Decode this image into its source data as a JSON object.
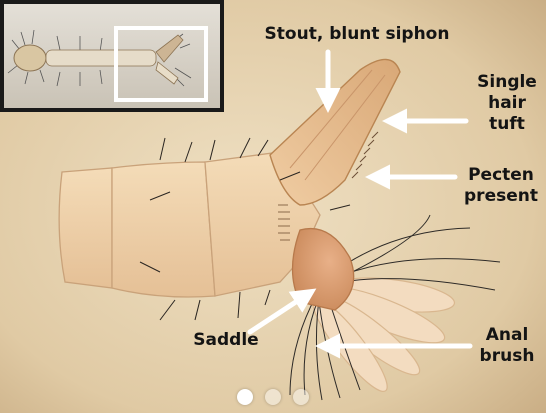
{
  "labels": {
    "siphon": "Stout, blunt siphon",
    "hair_tuft_line1": "Single",
    "hair_tuft_line2": "hair",
    "hair_tuft_line3": "tuft",
    "pecten_line1": "Pecten",
    "pecten_line2": "present",
    "saddle": "Saddle",
    "anal_brush_line1": "Anal",
    "anal_brush_line2": "brush"
  },
  "carousel": {
    "slide_count": 3,
    "active_index": 0
  },
  "colors": {
    "background": "#e2cda9",
    "arrow": "#ffffff",
    "inset_border": "#1a1a1a",
    "highlight_box": "#ffffff"
  }
}
